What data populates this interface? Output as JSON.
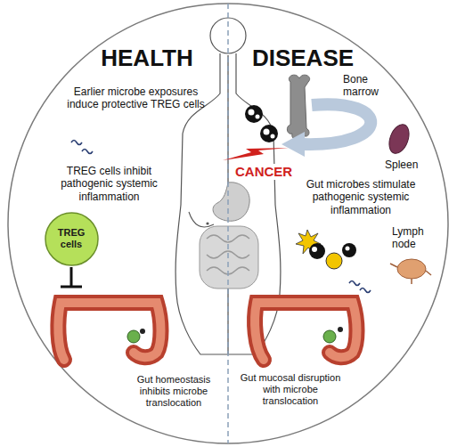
{
  "diagram": {
    "nodes": [
      {
        "text": [
          "TREG cells"
        ]
      }
    ],
    "labels": [
      "HEALTH",
      "DISEASE",
      "Earlier microbe exposures induce protective TREG cells",
      "TREG cells inhibit pathogenic systemic inflammation",
      "Gut homeostasis inhibits microbe translocation",
      "Bone marrow",
      "Spleen",
      "CANCER",
      "Gut microbes stimulate pathogenic systemic inflammation",
      "Lymph node",
      "Gut mucosal disruption with microbe translocation"
    ]
  }
}
